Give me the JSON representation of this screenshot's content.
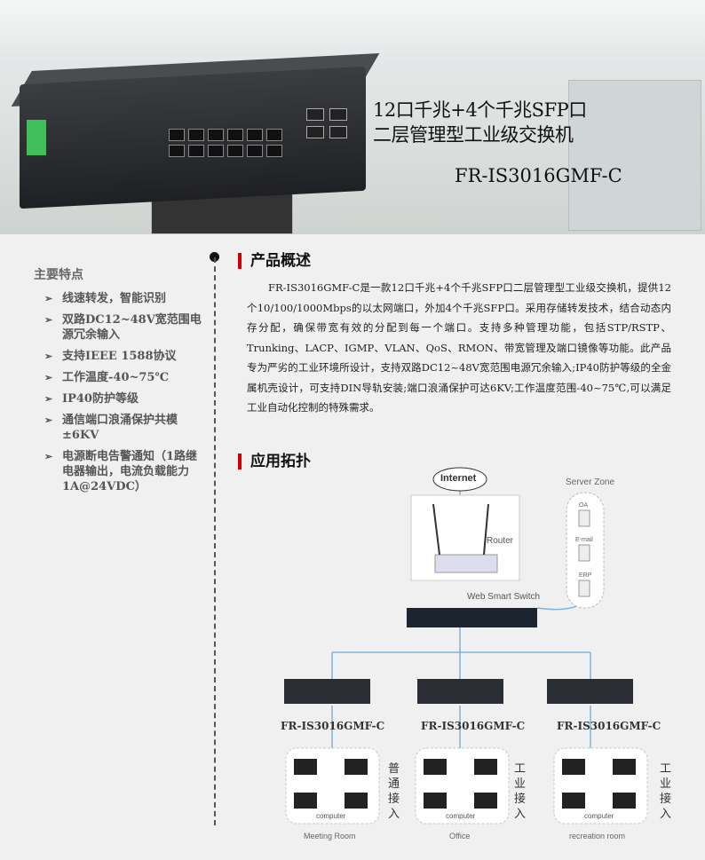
{
  "hero": {
    "title_line1": "12口千兆+4个千兆SFP口",
    "title_line2": "二层管理型工业级交换机",
    "model": "FR-IS3016GMF-C"
  },
  "sidebar": {
    "title": "主要特点",
    "features": [
      "线速转发，智能识别",
      "双路DC12~48V宽范围电源冗余输入",
      "支持IEEE 1588协议",
      "工作温度-40~75℃",
      "IP40防护等级",
      "通信端口浪涌保护共模±6KV",
      "电源断电告警通知（1路继电器输出，电流负载能力1A@24VDC）"
    ]
  },
  "overview": {
    "heading": "产品概述",
    "text": "FR-IS3016GMF-C是一款12口千兆+4个千兆SFP口二层管理型工业级交换机，提供12个10/100/1000Mbps的以太网端口，外加4个千兆SFP口。采用存储转发技术，结合动态内存分配，确保带宽有效的分配到每一个端口。支持多种管理功能，包括STP/RSTP、Trunking、LACP、IGMP、VLAN、QoS、RMON、带宽管理及端口镜像等功能。此产品专为严劣的工业环境所设计，支持双路DC12~48V宽范围电源冗余输入;IP40防护等级的全金属机壳设计，可支持DIN导轨安装;端口浪涌保护可达6KV;工作温度范围-40~75℃,可以满足工业自动化控制的特殊需求。"
  },
  "topology": {
    "heading": "应用拓扑",
    "internet": "Internet",
    "router": "Router",
    "server_zone": "Server Zone",
    "servers": [
      "OA",
      "E-mail",
      "ERP"
    ],
    "core": "Web Smart Switch",
    "branches": [
      {
        "model": "FR-IS3016GMF-C",
        "side": "普通接入",
        "computer": "computer",
        "room": "Meeting Room"
      },
      {
        "model": "FR-IS3016GMF-C",
        "side": "工业接入",
        "computer": "computer",
        "room": "Office"
      },
      {
        "model": "FR-IS3016GMF-C",
        "side": "工业接入",
        "computer": "computer",
        "room": "recreation room"
      }
    ]
  },
  "colors": {
    "accent": "#cc0000",
    "line": "#7fb3d9"
  }
}
